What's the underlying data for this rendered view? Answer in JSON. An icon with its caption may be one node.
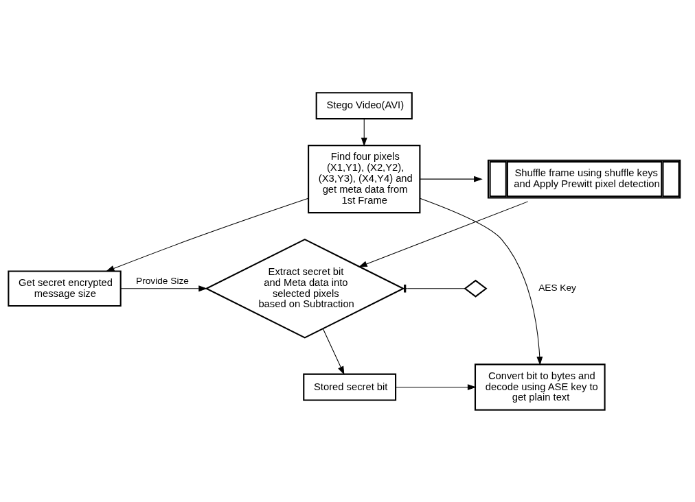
{
  "diagram": {
    "nodes": [
      {
        "text": [
          "Stego Video(AVI)"
        ]
      },
      {
        "text": [
          "Find four pixels (X1,Y1), (X2,Y2), (X3,Y3), (X4,Y4) and get meta data from 1st Frame"
        ]
      },
      {
        "text": [
          "Get secret encrypted message size"
        ]
      },
      {
        "text": [
          "Shuffle frame using shuffle keys and Apply Prewitt pixel detection"
        ]
      },
      {
        "text": [
          "Extract secret bit and Meta data into selected pixels based on Subtraction"
        ]
      },
      {
        "text": [
          "Stored secret bit"
        ]
      },
      {
        "text": [
          "Convert bit to bytes and decode using ASE key to get plain text"
        ]
      },
      {
        "text": [],
        "shape": "diamond"
      }
    ],
    "edges": [
      {
        "from": 0,
        "to": 1,
        "arrow": "to"
      },
      {
        "from": 1,
        "to": 3,
        "arrow": "to"
      },
      {
        "from": 1,
        "to": 2,
        "arrow": "to"
      },
      {
        "from": 2,
        "to": 4,
        "arrow": "to",
        "label": "Provide Size"
      },
      {
        "from": 3,
        "to": 4,
        "arrow": "to"
      },
      {
        "from": 4,
        "to": 5,
        "arrow": "to"
      },
      {
        "from": 5,
        "to": 6,
        "arrow": "to"
      },
      {
        "from": 1,
        "to": 6,
        "arrow": "to",
        "label": "AES Key"
      },
      {
        "from": 4,
        "to": 7,
        "arrow": "other"
      }
    ]
  }
}
